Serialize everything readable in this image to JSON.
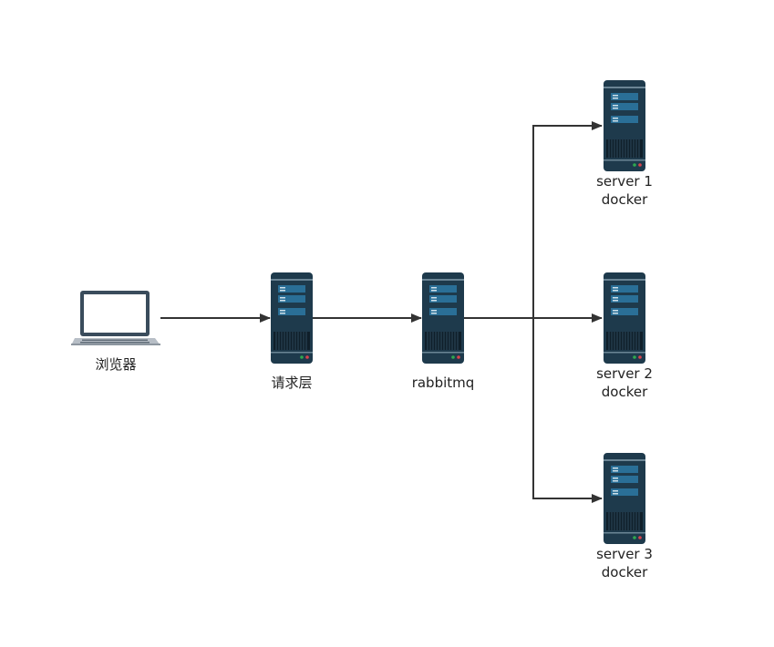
{
  "diagram": {
    "nodes": [
      {
        "id": "browser",
        "type": "laptop",
        "label": "浏览器"
      },
      {
        "id": "request-layer",
        "type": "server",
        "label": "请求层"
      },
      {
        "id": "rabbitmq",
        "type": "server",
        "label": "rabbitmq"
      },
      {
        "id": "server1",
        "type": "server",
        "label_line1": "server 1",
        "label_line2": "docker"
      },
      {
        "id": "server2",
        "type": "server",
        "label_line1": "server 2",
        "label_line2": "docker"
      },
      {
        "id": "server3",
        "type": "server",
        "label_line1": "server 3",
        "label_line2": "docker"
      }
    ],
    "edges": [
      {
        "from": "browser",
        "to": "request-layer"
      },
      {
        "from": "request-layer",
        "to": "rabbitmq"
      },
      {
        "from": "rabbitmq",
        "to": "server1"
      },
      {
        "from": "rabbitmq",
        "to": "server2"
      },
      {
        "from": "rabbitmq",
        "to": "server3"
      }
    ],
    "colors": {
      "server_body": "#1e3a4c",
      "server_panel": "#2a6f97",
      "server_line": "#9fb7c6",
      "edge": "#333333",
      "led_green": "#2fa84f",
      "led_red": "#d9434d",
      "laptop_frame": "#3a4c5c",
      "laptop_base": "#b7bec6"
    }
  }
}
